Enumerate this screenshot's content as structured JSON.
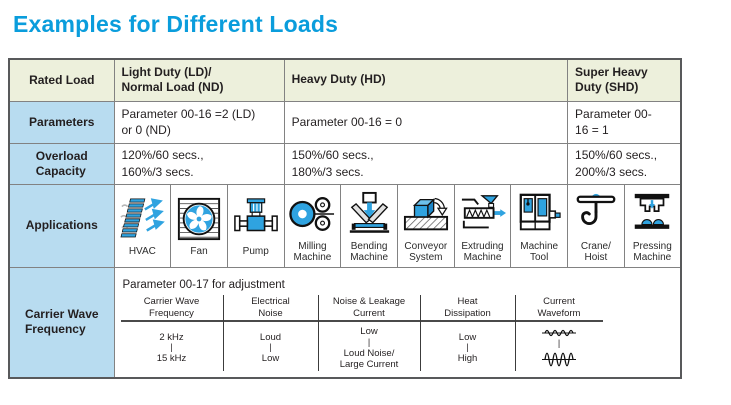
{
  "title": "Examples for Different Loads",
  "colors": {
    "title_blue": "#0a9ddc",
    "label_bg": "#b8dcf0",
    "header_bg": "#edf0dc",
    "icon_blue": "#2fa3e0",
    "border": "#828282"
  },
  "table": {
    "rated_load": {
      "label": "Rated Load",
      "columns": [
        "Light Duty (LD)/\nNormal Load (ND)",
        "Heavy Duty (HD)",
        "Super Heavy\nDuty (SHD)"
      ]
    },
    "parameters": {
      "label": "Parameters",
      "cells": [
        "Parameter 00-16 =2 (LD)\nor 0 (ND)",
        "Parameter 00-16 = 0",
        "Parameter 00-\n16 = 1"
      ]
    },
    "overload": {
      "label": "Overload\nCapacity",
      "cells": [
        "120%/60 secs.,\n160%/3 secs.",
        "150%/60 secs.,\n180%/3 secs.",
        "150%/60 secs.,\n200%/3 secs."
      ]
    },
    "applications": {
      "label": "Applications",
      "items": [
        {
          "icon": "hvac-icon",
          "label": "HVAC"
        },
        {
          "icon": "fan-icon",
          "label": "Fan"
        },
        {
          "icon": "pump-icon",
          "label": "Pump"
        },
        {
          "icon": "milling-machine-icon",
          "label": "Milling\nMachine"
        },
        {
          "icon": "bending-machine-icon",
          "label": "Bending\nMachine"
        },
        {
          "icon": "conveyor-system-icon",
          "label": "Conveyor\nSystem"
        },
        {
          "icon": "extruding-machine-icon",
          "label": "Extruding\nMachine"
        },
        {
          "icon": "machine-tool-icon",
          "label": "Machine\nTool"
        },
        {
          "icon": "crane-hoist-icon",
          "label": "Crane/\nHoist"
        },
        {
          "icon": "pressing-machine-icon",
          "label": "Pressing\nMachine"
        }
      ]
    },
    "carrier": {
      "label": "Carrier Wave\nFrequency",
      "note": "Parameter 00-17 for adjustment",
      "columns": [
        {
          "header": "Carrier Wave\nFrequency",
          "top": "2 kHz",
          "sep": "|",
          "bottom": "15 kHz"
        },
        {
          "header": "Electrical\nNoise",
          "top": "Loud",
          "sep": "|",
          "bottom": "Low"
        },
        {
          "header": "Noise & Leakage\nCurrent",
          "top": "Low",
          "sep": "|",
          "bottom": "Loud Noise/\nLarge Current"
        },
        {
          "header": "Heat\nDissipation",
          "top": "Low",
          "sep": "|",
          "bottom": "High"
        },
        {
          "header": "Current\nWaveform",
          "top": "",
          "sep": "|",
          "bottom": ""
        }
      ]
    }
  }
}
